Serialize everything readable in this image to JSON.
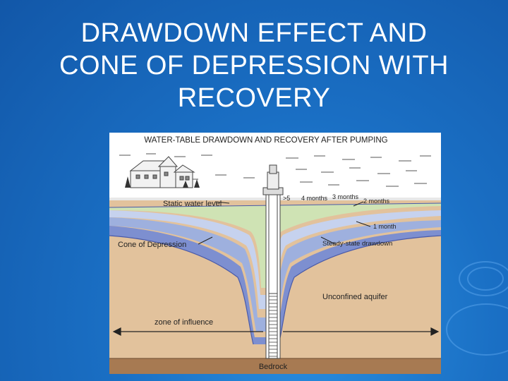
{
  "slide": {
    "title_lines": [
      "DRAWDOWN EFFECT AND",
      "CONE OF DEPRESSION WITH",
      "RECOVERY"
    ]
  },
  "figure": {
    "heading": "WATER-TABLE DRAWDOWN AND RECOVERY AFTER PUMPING",
    "labels": {
      "static_water_level": "Static water level",
      "cone_of_depression": "Cone of Depression",
      "steady_state": "Steady-state drawdown",
      "one_month": "1 month",
      "two_months": "2 months",
      "three_months": "3 months",
      "four_months": "4 months",
      "gt5": ">5",
      "unconfined_aquifer": "Unconfined aquifer",
      "zone_of_influence": "zone of influence",
      "bedrock": "Bedrock"
    },
    "colors": {
      "background": "#1a6fc4",
      "sky": "#ffffff",
      "soil": "#e2c29c",
      "bedrock": "#a77a52",
      "band_green": "#cfe3b4",
      "band_light_blue": "#c6d2ee",
      "band_mid_blue": "#9eb0de",
      "band_dark_blue": "#7d8fd0",
      "water_table_blue": "#6a7cc6"
    }
  }
}
